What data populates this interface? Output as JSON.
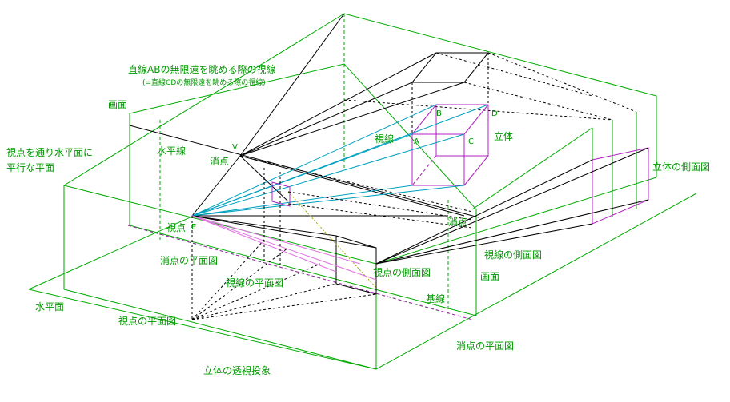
{
  "labels": {
    "ab_sight_line": "直線ABの無限遠を眺める際の視線",
    "cd_sight_line": "(=直線CDの無限遠を眺める際の視線)",
    "picture_plane": "画面",
    "eye_horizontal_plane_1": "視点を通り水平面に",
    "eye_horizontal_plane_2": "平行な平面",
    "horizon_line": "水平線",
    "vanishing_point_v": "V",
    "vanishing_point_label": "消点",
    "sight_line": "視線",
    "solid": "立体",
    "solid_side_view": "立体の側面図",
    "eye_point": "視点",
    "eye_point_e": "E",
    "vanishing_point_right": "消点",
    "vanishing_plan_1": "消点の平面図",
    "sight_line_side_view": "視線の側面図",
    "eye_side_view": "視点の側面図",
    "picture_plane_2": "画面",
    "sight_line_plan": "視線の平面図",
    "ground_line": "基線",
    "horizontal_plane": "水平面",
    "eye_plan": "視点の平面図",
    "vanishing_plan_2": "消点の平面図",
    "perspective_projection": "立体の透視投象",
    "point_a": "A",
    "point_b": "B",
    "point_c": "C",
    "point_d": "D"
  },
  "colors": {
    "frame": "#00aa00",
    "construction": "#000000",
    "sight": "#00a0c0",
    "solid": "#b020c0",
    "text": "#009900"
  }
}
